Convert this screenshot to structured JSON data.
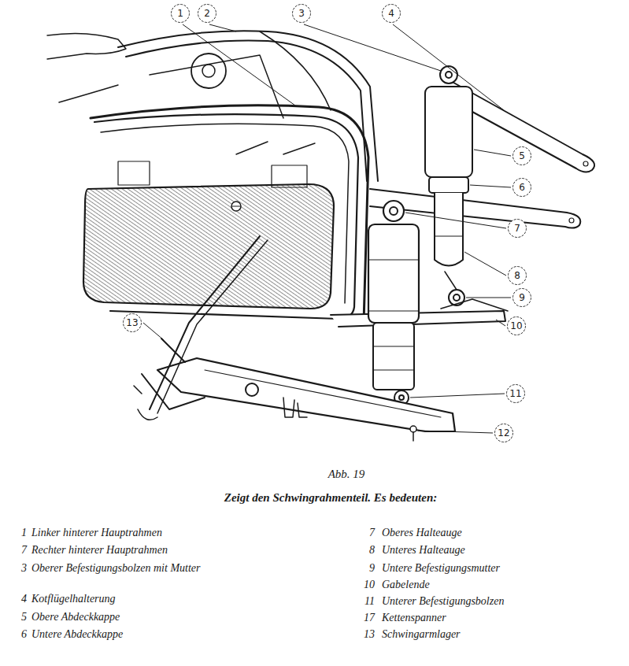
{
  "diagram": {
    "title": "Abb. 19",
    "caption": "Zeigt den Schwingrahmenteil. Es bedeuten:",
    "nodes": [
      {
        "text": [
          "1"
        ]
      },
      {
        "text": [
          "2"
        ]
      },
      {
        "text": [
          "3"
        ]
      },
      {
        "text": [
          "4"
        ]
      },
      {
        "text": [
          "5"
        ]
      },
      {
        "text": [
          "6"
        ]
      },
      {
        "text": [
          "7"
        ]
      },
      {
        "text": [
          "8"
        ]
      },
      {
        "text": [
          "9"
        ]
      },
      {
        "text": [
          "10"
        ]
      },
      {
        "text": [
          "11"
        ]
      },
      {
        "text": [
          "12"
        ]
      },
      {
        "text": [
          "13"
        ]
      }
    ],
    "labels": [
      "1",
      "Linker hinterer Hauptrahmen",
      "7",
      "Rechter hinterer Hauptrahmen",
      "3",
      "Oberer Befestigungsbolzen mit Mutter",
      "4",
      "Kotflügelhalterung",
      "5",
      "Obere Abdeckkappe",
      "6",
      "Untere Abdeckkappe",
      "7",
      "Oberes Halteauge",
      "8",
      "Unteres Halteauge",
      "9",
      "Untere Befestigungsmutter",
      "10",
      "Gabelende",
      "11",
      "Unterer Befestigungsbolzen",
      "17",
      "Kettenspanner",
      "13",
      "Schwingarmlager"
    ]
  }
}
